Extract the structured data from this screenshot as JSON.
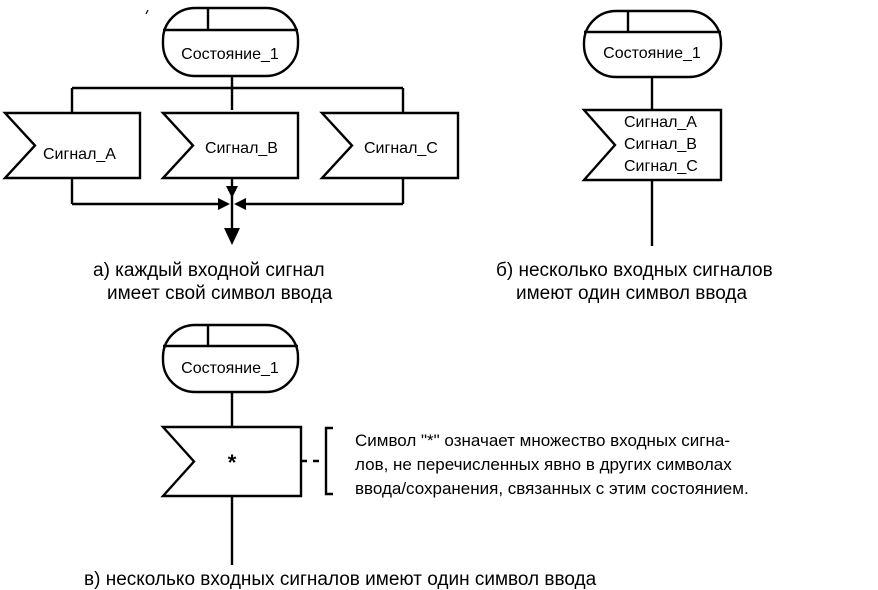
{
  "diagram_a": {
    "state_label": "Состояние_1",
    "signals": [
      "Сигнал_А",
      "Сигнал_В",
      "Сигнал_С"
    ],
    "caption_line1": "а) каждый входной сигнал",
    "caption_line2": "имеет свой символ ввода"
  },
  "diagram_b": {
    "state_label": "Состояние_1",
    "signals": [
      "Сигнал_А",
      "Сигнал_В",
      "Сигнал_С"
    ],
    "caption_line1": "б) несколько входных сигналов",
    "caption_line2": "имеют один символ ввода"
  },
  "diagram_c": {
    "state_label": "Состояние_1",
    "input_symbol": "*",
    "comment_lines": [
      "Символ \"*\" означает  множество  входных сигна-",
      "лов, не  перечисленных  явно в других символах",
      "ввода/сохранения, связанных с этим состоянием."
    ],
    "caption": "в) несколько входных сигналов имеют один символ ввода"
  }
}
